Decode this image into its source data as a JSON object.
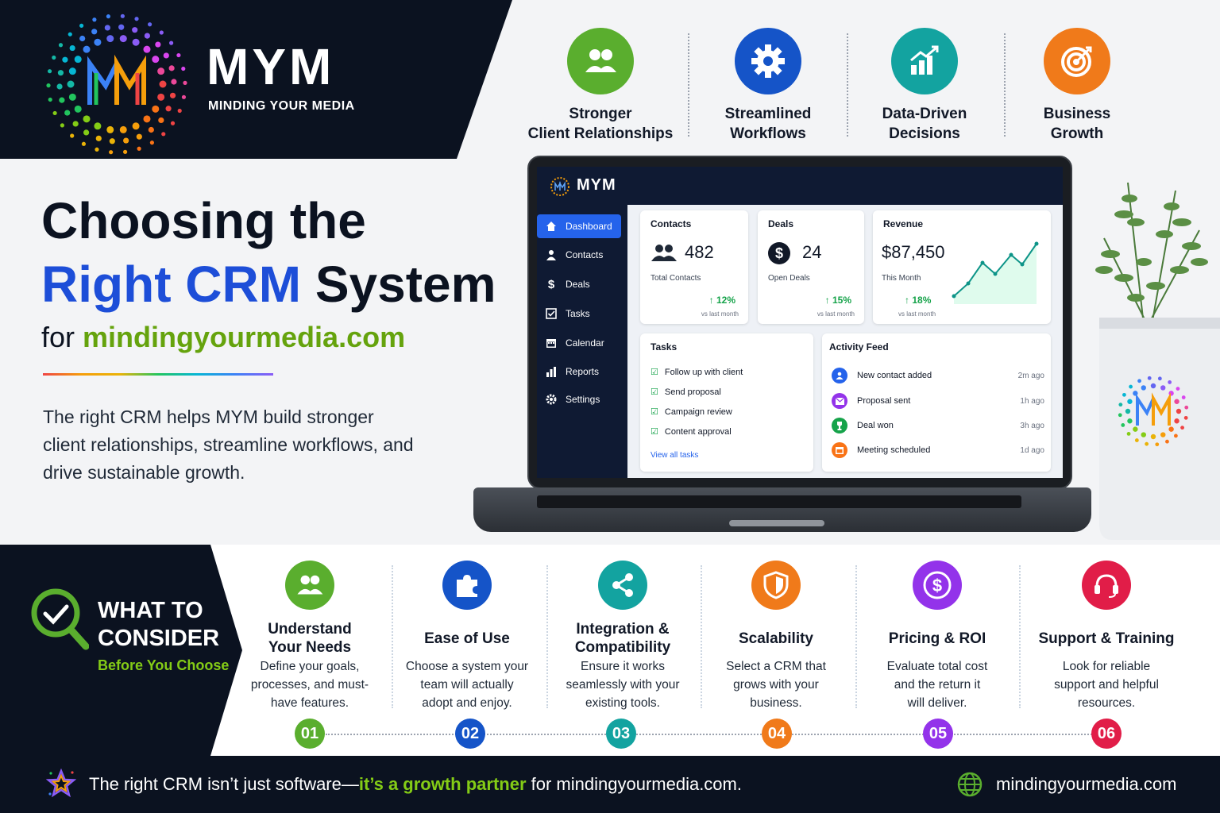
{
  "brand": {
    "name": "MYM",
    "tagline": "MINDING YOUR MEDIA"
  },
  "benefits": [
    {
      "label": "Stronger\nClient Relationships",
      "icon": "users-icon",
      "color": "#5aae2e"
    },
    {
      "label": "Streamlined\nWorkflows",
      "icon": "gear-icon",
      "color": "#1554c8"
    },
    {
      "label": "Data-Driven\nDecisions",
      "icon": "bar-chart-icon",
      "color": "#13a3a0"
    },
    {
      "label": "Business\nGrowth",
      "icon": "target-icon",
      "color": "#f07a1a"
    }
  ],
  "headline": {
    "line1": "Choosing the",
    "line2_accent": "Right CRM",
    "line2_rest": "System",
    "line3_prefix": "for",
    "line3_domain": "mindingyourmedia.com"
  },
  "intro": "The right CRM helps MYM build stronger client relationships, streamline workflows, and drive sustainable growth.",
  "dashboard": {
    "brand": "MYM",
    "nav": [
      {
        "label": "Dashboard",
        "icon": "home-icon",
        "active": true
      },
      {
        "label": "Contacts",
        "icon": "user-icon"
      },
      {
        "label": "Deals",
        "icon": "dollar-icon"
      },
      {
        "label": "Tasks",
        "icon": "checkbox-icon"
      },
      {
        "label": "Calendar",
        "icon": "calendar-icon"
      },
      {
        "label": "Reports",
        "icon": "bar-chart-icon"
      },
      {
        "label": "Settings",
        "icon": "gear-icon"
      }
    ],
    "contacts": {
      "title": "Contacts",
      "value": "482",
      "sub": "Total Contacts",
      "trend": "12%",
      "vs": "vs last month"
    },
    "deals": {
      "title": "Deals",
      "value": "24",
      "sub": "Open Deals",
      "trend": "15%",
      "vs": "vs last month"
    },
    "revenue": {
      "title": "Revenue",
      "value": "$87,450",
      "sub": "This Month",
      "trend": "18%",
      "vs": "vs last month"
    },
    "tasks": {
      "title": "Tasks",
      "items": [
        "Follow up with client",
        "Send proposal",
        "Campaign review",
        "Content approval"
      ],
      "link": "View all tasks"
    },
    "activity": {
      "title": "Activity Feed",
      "items": [
        {
          "label": "New contact added",
          "time": "2m ago",
          "icon": "user-icon",
          "color": "#2563eb"
        },
        {
          "label": "Proposal sent",
          "time": "1h ago",
          "icon": "mail-icon",
          "color": "#9333ea"
        },
        {
          "label": "Deal won",
          "time": "3h ago",
          "icon": "trophy-icon",
          "color": "#16a34a"
        },
        {
          "label": "Meeting scheduled",
          "time": "1d ago",
          "icon": "calendar-icon",
          "color": "#f97316"
        }
      ]
    }
  },
  "consider": {
    "title_line1": "WHAT TO",
    "title_line2": "CONSIDER",
    "subtitle": "Before You Choose",
    "items": [
      {
        "num": "01",
        "title": "Understand\nYour Needs",
        "desc": "Define your goals,\nprocesses, and must-\nhave features.",
        "icon": "users-icon",
        "color": "#5aae2e"
      },
      {
        "num": "02",
        "title": "Ease of Use",
        "desc": "Choose a system your\nteam will actually\nadopt and enjoy.",
        "icon": "puzzle-icon",
        "color": "#1554c8"
      },
      {
        "num": "03",
        "title": "Integration &\nCompatibility",
        "desc": "Ensure it works\nseamlessly with your\nexisting tools.",
        "icon": "share-icon",
        "color": "#13a3a0"
      },
      {
        "num": "04",
        "title": "Scalability",
        "desc": "Select a CRM that\ngrows with your\nbusiness.",
        "icon": "shield-icon",
        "color": "#f07a1a"
      },
      {
        "num": "05",
        "title": "Pricing & ROI",
        "desc": "Evaluate total cost\nand the return it\nwill deliver.",
        "icon": "dollar-icon",
        "color": "#9333ea"
      },
      {
        "num": "06",
        "title": "Support & Training",
        "desc": "Look for reliable\nsupport and helpful\nresources.",
        "icon": "headset-icon",
        "color": "#e11d48"
      }
    ]
  },
  "footer": {
    "text_pre": "The right CRM isn’t just software—",
    "text_accent": "it’s a growth partner",
    "text_post": " for mindingyourmedia.com.",
    "url": "mindingyourmedia.com"
  },
  "colors": {
    "navy": "#0b1220",
    "blue": "#1d4ed8",
    "green": "#65a30d",
    "lime": "#84cc16"
  }
}
